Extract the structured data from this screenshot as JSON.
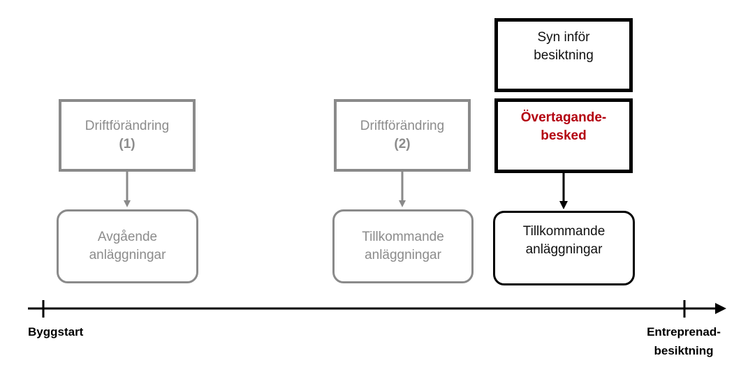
{
  "boxes": {
    "driftforandring_1": {
      "line1": "Driftförändring",
      "line2": "(1)"
    },
    "avgaende": {
      "line1": "Avgående",
      "line2": "anläggningar"
    },
    "driftforandring_2": {
      "line1": "Driftförändring",
      "line2": "(2)"
    },
    "tillkommande_grey": {
      "line1": "Tillkommande",
      "line2": "anläggningar"
    },
    "syn": {
      "line1": "Syn inför",
      "line2": "besiktning"
    },
    "overtagande": {
      "line1": "Övertagande-",
      "line2": "besked"
    },
    "tillkommande_black": {
      "line1": "Tillkommande",
      "line2": "anläggningar"
    }
  },
  "timeline": {
    "start_label": "Byggstart",
    "end_label_line1": "Entreprenad-",
    "end_label_line2": "besiktning"
  },
  "colors": {
    "grey": "#8a8a8a",
    "black": "#000000",
    "accent_red": "#b3000f"
  }
}
